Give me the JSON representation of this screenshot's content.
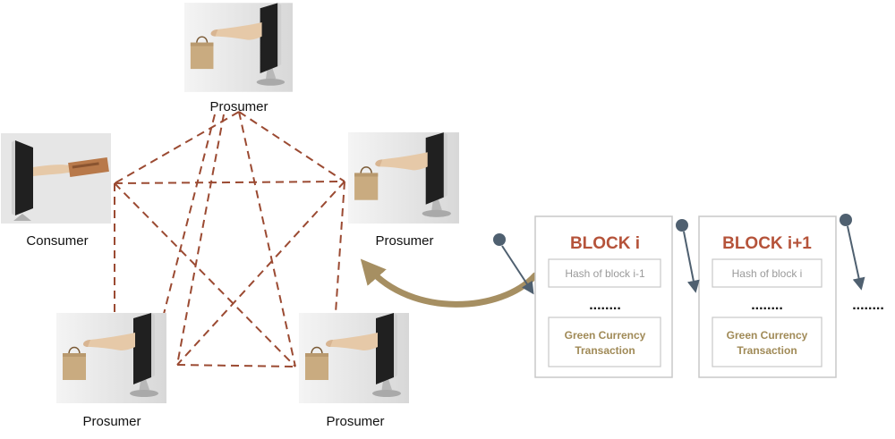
{
  "colors": {
    "mesh_line": "#9b4a32",
    "block_title": "#b5533a",
    "tx_text": "#a08a57",
    "link_arc": "#a68f62",
    "arrow": "#4f6070",
    "box_border": "#c8c8c8"
  },
  "network": {
    "nodes": [
      {
        "id": "top",
        "label": "Prosumer",
        "icon": "monitor-hand-bag-icon"
      },
      {
        "id": "left",
        "label": "Consumer",
        "icon": "monitor-hand-card-icon"
      },
      {
        "id": "right",
        "label": "Prosumer",
        "icon": "monitor-hand-bag-icon"
      },
      {
        "id": "bottom_left",
        "label": "Prosumer",
        "icon": "monitor-hand-bag-icon"
      },
      {
        "id": "bottom_right",
        "label": "Prosumer",
        "icon": "monitor-hand-bag-icon"
      }
    ]
  },
  "blockchain": {
    "blocks": [
      {
        "title": "BLOCK i",
        "hash": "Hash of block i-1",
        "dots": "........",
        "tx": [
          "Green Currency",
          "Transaction"
        ]
      },
      {
        "title": "BLOCK i+1",
        "hash": "Hash of block i",
        "dots": "........",
        "tx": [
          "Green Currency",
          "Transaction"
        ]
      }
    ],
    "continuation": "........"
  }
}
